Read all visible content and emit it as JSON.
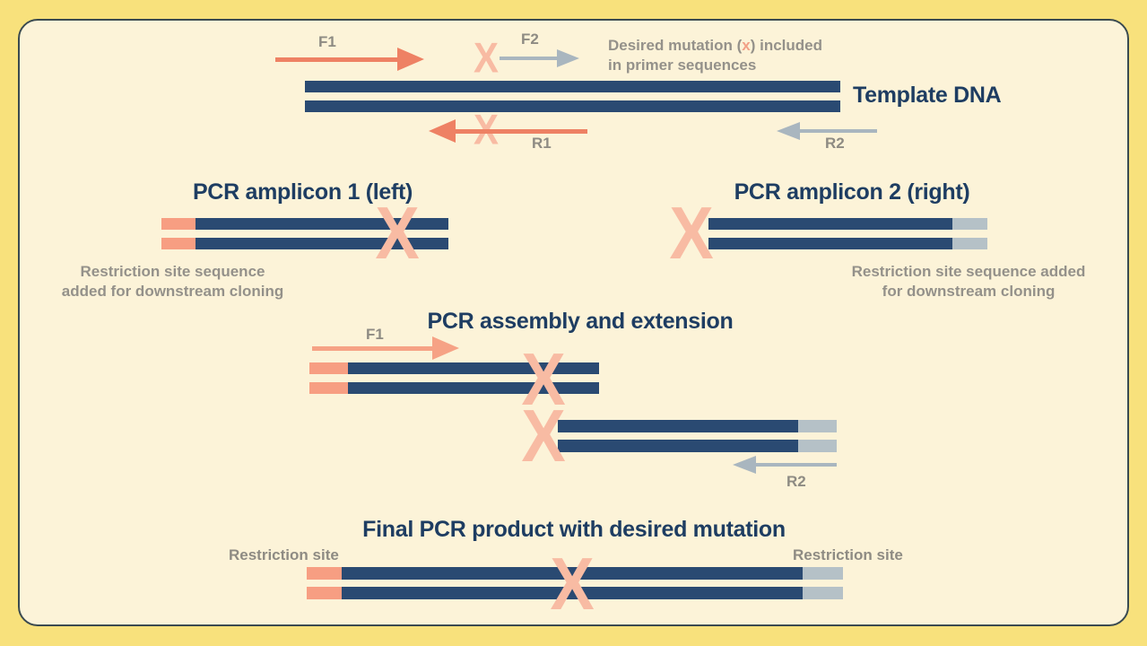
{
  "palette": {
    "background_yellow": "#F8E17C",
    "panel_cream": "#FCF3D8",
    "panel_border": "#3A4A50",
    "dna_navy": "#2A4A72",
    "heading_navy": "#1E3D62",
    "label_gray": "#8E8B83",
    "primer_salmon": "#EE8164",
    "primer_salmon_light": "#F6A285",
    "mutation_x_salmon": "#F8BBA3",
    "restriction_site_salmon": "#F79E82",
    "primer_gray": "#A9B6BF",
    "restriction_site_gray": "#B5C1C7"
  },
  "template_section": {
    "f1_label": "F1",
    "f2_label": "F2",
    "r1_label": "R1",
    "r2_label": "R2",
    "mutation_x": "X",
    "caption_part1": "Desired mutation (",
    "caption_x": "x",
    "caption_part2": ") included",
    "caption_line2": "in primer sequences",
    "strand_label": "Template DNA"
  },
  "amplicon1": {
    "title": "PCR amplicon 1 (left)",
    "mutation_x": "X",
    "caption_line1": "Restriction site sequence",
    "caption_line2": "added for downstream cloning"
  },
  "amplicon2": {
    "title": "PCR amplicon 2 (right)",
    "mutation_x": "X",
    "caption_line1": "Restriction site sequence added",
    "caption_line2": "for downstream cloning"
  },
  "assembly": {
    "title": "PCR assembly and extension",
    "f1_label": "F1",
    "r2_label": "R2",
    "mutation_x_top": "X",
    "mutation_x_bottom": "X"
  },
  "final_product": {
    "title": "Final PCR product with desired mutation",
    "left_site_label": "Restriction site",
    "right_site_label": "Restriction site",
    "mutation_x": "X"
  }
}
